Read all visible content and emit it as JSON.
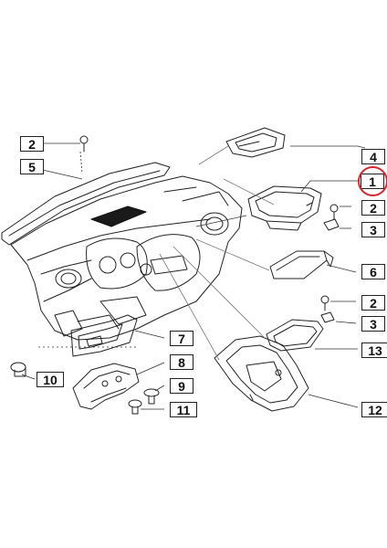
{
  "diagram": {
    "callouts": [
      {
        "id": "c1",
        "label": "1",
        "highlighted": true
      },
      {
        "id": "c2a",
        "label": "2"
      },
      {
        "id": "c2b",
        "label": "2"
      },
      {
        "id": "c2c",
        "label": "2"
      },
      {
        "id": "c3a",
        "label": "3"
      },
      {
        "id": "c3b",
        "label": "3"
      },
      {
        "id": "c4",
        "label": "4"
      },
      {
        "id": "c5",
        "label": "5"
      },
      {
        "id": "c6",
        "label": "6"
      },
      {
        "id": "c7",
        "label": "7"
      },
      {
        "id": "c8",
        "label": "8"
      },
      {
        "id": "c9",
        "label": "9"
      },
      {
        "id": "c10",
        "label": "10"
      },
      {
        "id": "c11",
        "label": "11"
      },
      {
        "id": "c12",
        "label": "12"
      },
      {
        "id": "c13",
        "label": "13"
      }
    ],
    "colors": {
      "line": "#222222",
      "leader": "#333333",
      "highlight": "#d8232a",
      "filter_fill": "#1a1a1a"
    }
  }
}
